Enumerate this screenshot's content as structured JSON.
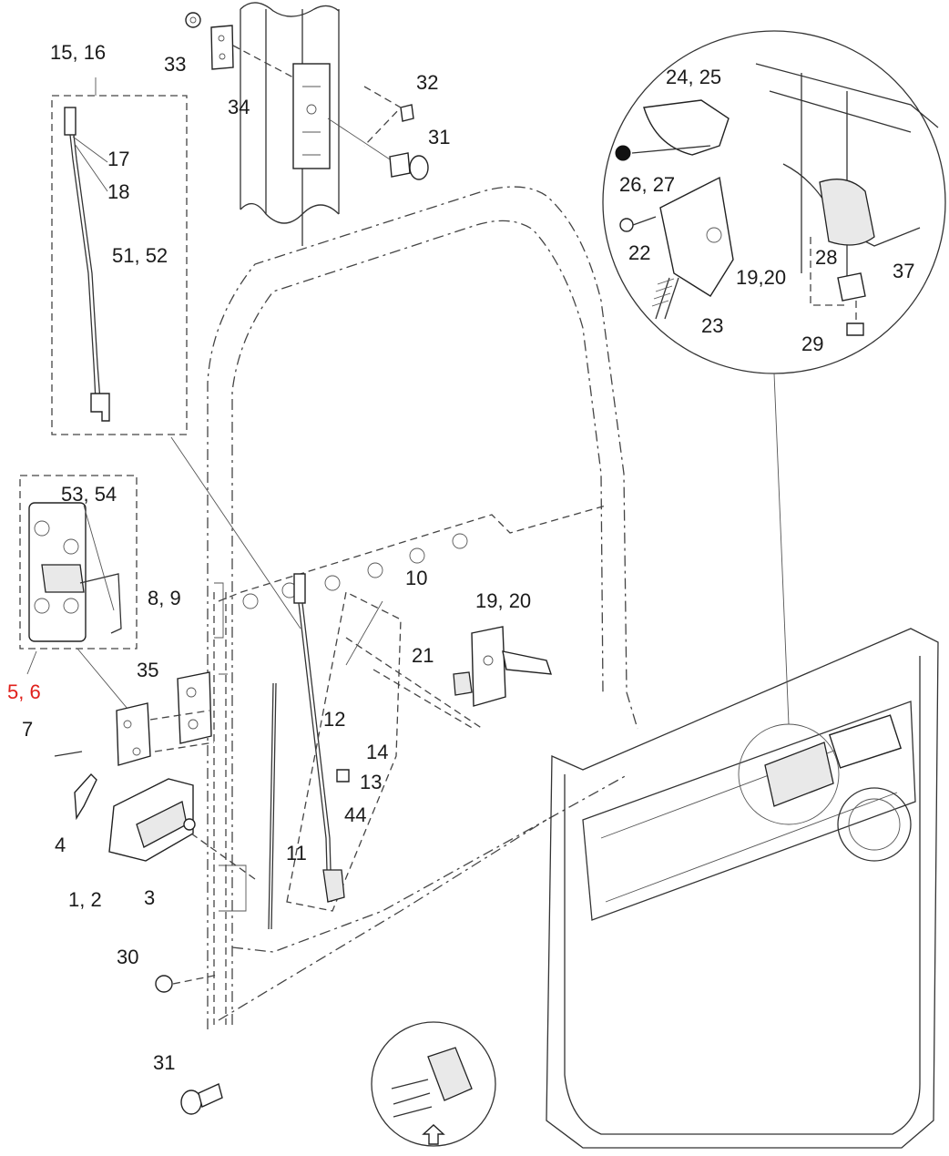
{
  "colors": {
    "ink": "#1a1a1a",
    "highlight": "#e0201b",
    "background": "#ffffff"
  },
  "callouts": {
    "c15_16": "15, 16",
    "c17": "17",
    "c18": "18",
    "c51_52": "51, 52",
    "c33": "33",
    "c34": "34",
    "c32": "32",
    "c31_top": "31",
    "c24_25": "24, 25",
    "c26_27": "26, 27",
    "c22": "22",
    "c19_20_detail": "19,20",
    "c28": "28",
    "c37": "37",
    "c23": "23",
    "c29": "29",
    "c53_54": "53, 54",
    "c5_6": "5, 6",
    "c8_9": "8, 9",
    "c10": "10",
    "c19_20": "19, 20",
    "c21": "21",
    "c35": "35",
    "c7": "7",
    "c12": "12",
    "c14": "14",
    "c13": "13",
    "c44": "44",
    "c4": "4",
    "c11": "11",
    "c3": "3",
    "c1_2": "1, 2",
    "c30": "30",
    "c31_bottom": "31"
  }
}
